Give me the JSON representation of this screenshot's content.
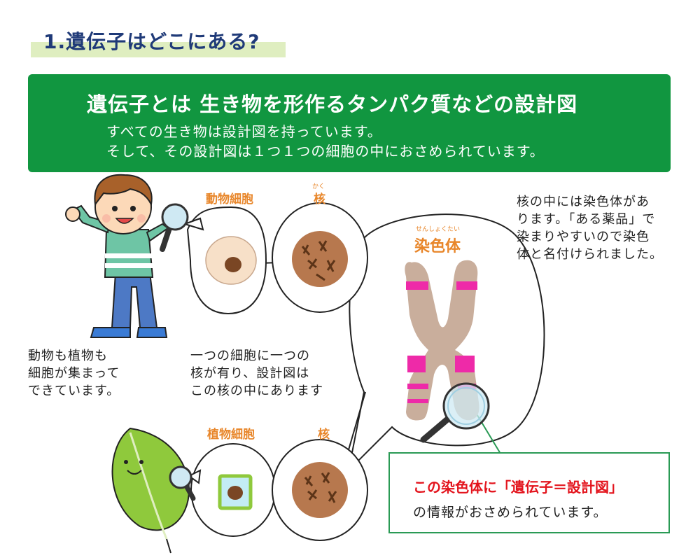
{
  "title": "1.遺伝子はどこにある?",
  "banner": {
    "heading": "遺伝子とは 生き物を形作るタンパク質などの設計図",
    "line1": "すべての生き物は設計図を持っています。",
    "line2": "そして、その設計図は１つ１つの細胞の中におさめられています。"
  },
  "labels": {
    "animal_cell": "動物細胞",
    "nucleus_top": "核",
    "nucleus_top_ruby": "かく",
    "chromosome": "染色体",
    "chromosome_ruby": "せんしょくたい",
    "plant_cell": "植物細胞",
    "nucleus_bottom": "核"
  },
  "texts": {
    "left": [
      "動物も植物も",
      "細胞が集まって",
      "できています。"
    ],
    "middle": [
      "一つの細胞に一つの",
      "核が有り、設計図は",
      "この核の中にあります"
    ],
    "right": [
      "核の中には染色体があ",
      "ります。「ある薬品」で",
      "染まりやすいので染色",
      "体と名付けられました。"
    ]
  },
  "note": {
    "heading": "この染色体に「遺伝子＝設計図」",
    "body": "の情報がおさめられています。"
  },
  "colors": {
    "title": "#1f3a78",
    "banner_bg": "#119640",
    "label_orange": "#e8862a",
    "highlight_red": "#e3141d",
    "chromosome_body": "#c9ae9c",
    "chromosome_band": "#ee2aa8",
    "nucleus_brown": "#b7784e"
  }
}
